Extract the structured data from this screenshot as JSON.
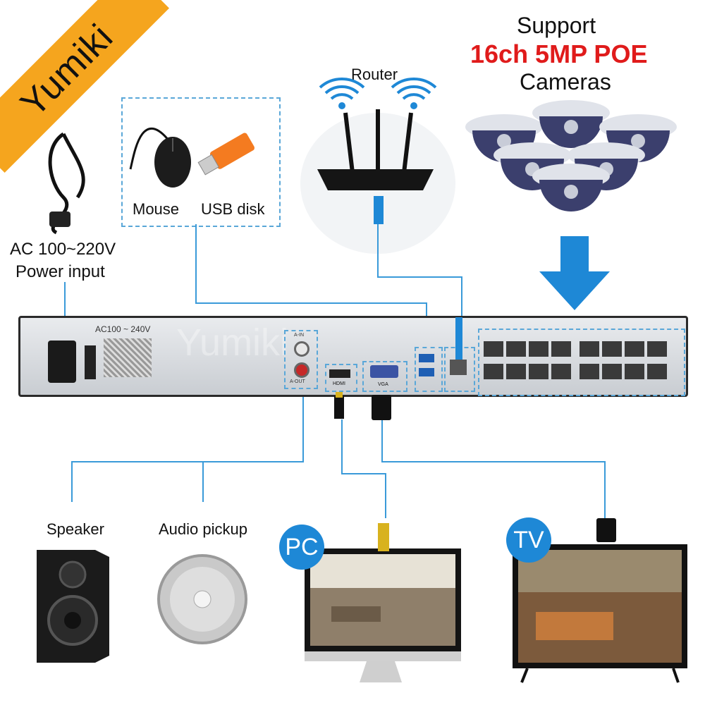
{
  "brand": {
    "ribbon_text": "Yumiki",
    "watermark": "Yumiki"
  },
  "power": {
    "label_line1": "AC 100~220V",
    "label_line2": "Power input",
    "plate_text": "AC100 ~ 240V"
  },
  "peripherals": {
    "mouse_label": "Mouse",
    "usb_label": "USB disk"
  },
  "router": {
    "label": "Router"
  },
  "cameras": {
    "line1": "Support",
    "line2": "16ch 5MP POE",
    "line3": "Cameras"
  },
  "nvr_ports": {
    "audio_in": "A-IN",
    "audio_out": "A-OUT",
    "hdmi": "HDMI",
    "vga": "VGA"
  },
  "outputs": {
    "speaker_label": "Speaker",
    "pickup_label": "Audio pickup",
    "pc_badge": "PC",
    "tv_badge": "TV"
  },
  "colors": {
    "ribbon": "#f5a51e",
    "accent_blue": "#1e88d6",
    "connector_line": "#3a9ad9",
    "poe_text": "#e01b1b"
  },
  "icons": [
    "power-cable-icon",
    "mouse-icon",
    "usb-disk-icon",
    "router-icon",
    "wifi-icon",
    "dome-camera-icon",
    "down-arrow-icon",
    "hdmi-cable-icon",
    "vga-cable-icon",
    "speaker-icon",
    "audio-pickup-icon",
    "pc-monitor-icon",
    "tv-icon"
  ]
}
